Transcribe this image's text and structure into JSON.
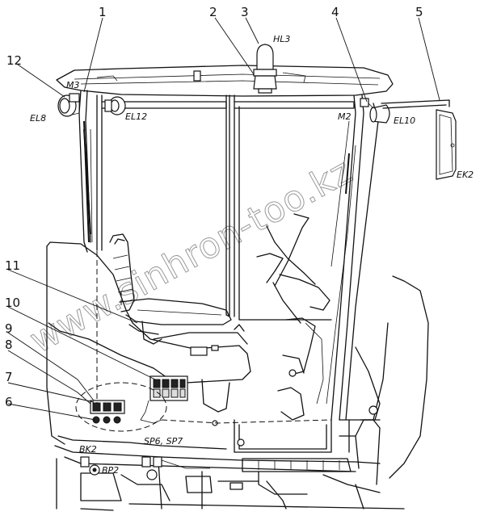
{
  "callouts": [
    "1",
    "2",
    "3",
    "4",
    "5",
    "12",
    "11",
    "10",
    "9",
    "8",
    "7",
    "6"
  ],
  "labels": {
    "hl3": "HL3",
    "m3": "M3",
    "el8": "EL8",
    "el12": "EL12",
    "m2": "M2",
    "el10": "EL10",
    "ek2": "EK2",
    "sp": "SP6, SP7",
    "bk2": "BK2",
    "bp2": "BP2"
  },
  "watermark": "www.sinhron-too.kz"
}
